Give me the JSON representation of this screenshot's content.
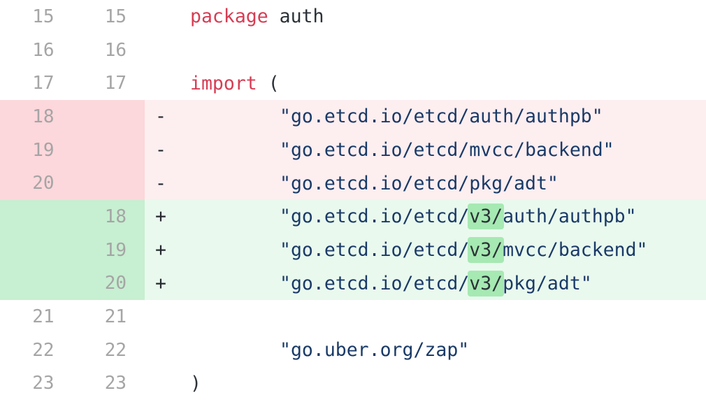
{
  "diff": {
    "colors": {
      "removed_row_bg": "#fdeef0",
      "removed_gutter_bg": "#fcd7db",
      "added_row_bg": "#e9f9ee",
      "added_gutter_bg": "#c7efd1",
      "word_highlight_bg": "#a6e9b2",
      "keyword": "#d63d54",
      "string": "#1a3a67",
      "plain": "#2b3137",
      "marker": "#24292e",
      "line_number": "#a5a5a5"
    },
    "lines": [
      {
        "old": "15",
        "new": "15",
        "type": "context",
        "marker": "",
        "indent": 0,
        "segments": [
          {
            "text": "package",
            "style": "keyword"
          },
          {
            "text": " auth",
            "style": "plain"
          }
        ]
      },
      {
        "old": "16",
        "new": "16",
        "type": "context",
        "marker": "",
        "indent": 0,
        "segments": []
      },
      {
        "old": "17",
        "new": "17",
        "type": "context",
        "marker": "",
        "indent": 0,
        "segments": [
          {
            "text": "import",
            "style": "keyword"
          },
          {
            "text": " (",
            "style": "plain"
          }
        ]
      },
      {
        "old": "18",
        "new": "",
        "type": "removed",
        "marker": "-",
        "indent": 1,
        "segments": [
          {
            "text": "\"go.etcd.io/etcd/auth/authpb\"",
            "style": "string"
          }
        ]
      },
      {
        "old": "19",
        "new": "",
        "type": "removed",
        "marker": "-",
        "indent": 1,
        "segments": [
          {
            "text": "\"go.etcd.io/etcd/mvcc/backend\"",
            "style": "string"
          }
        ]
      },
      {
        "old": "20",
        "new": "",
        "type": "removed",
        "marker": "-",
        "indent": 1,
        "segments": [
          {
            "text": "\"go.etcd.io/etcd/pkg/adt\"",
            "style": "string"
          }
        ]
      },
      {
        "old": "",
        "new": "18",
        "type": "added",
        "marker": "+",
        "indent": 1,
        "segments": [
          {
            "text": "\"go.etcd.io/etcd/",
            "style": "string"
          },
          {
            "text": "v3/",
            "style": "highlight"
          },
          {
            "text": "auth/authpb\"",
            "style": "string"
          }
        ]
      },
      {
        "old": "",
        "new": "19",
        "type": "added",
        "marker": "+",
        "indent": 1,
        "segments": [
          {
            "text": "\"go.etcd.io/etcd/",
            "style": "string"
          },
          {
            "text": "v3/",
            "style": "highlight"
          },
          {
            "text": "mvcc/backend\"",
            "style": "string"
          }
        ]
      },
      {
        "old": "",
        "new": "20",
        "type": "added",
        "marker": "+",
        "indent": 1,
        "segments": [
          {
            "text": "\"go.etcd.io/etcd/",
            "style": "string"
          },
          {
            "text": "v3/",
            "style": "highlight"
          },
          {
            "text": "pkg/adt\"",
            "style": "string"
          }
        ]
      },
      {
        "old": "21",
        "new": "21",
        "type": "context",
        "marker": "",
        "indent": 0,
        "segments": []
      },
      {
        "old": "22",
        "new": "22",
        "type": "context",
        "marker": "",
        "indent": 1,
        "segments": [
          {
            "text": "\"go.uber.org/zap\"",
            "style": "string"
          }
        ]
      },
      {
        "old": "23",
        "new": "23",
        "type": "context",
        "marker": "",
        "indent": 0,
        "segments": [
          {
            "text": ")",
            "style": "plain"
          }
        ]
      }
    ]
  }
}
